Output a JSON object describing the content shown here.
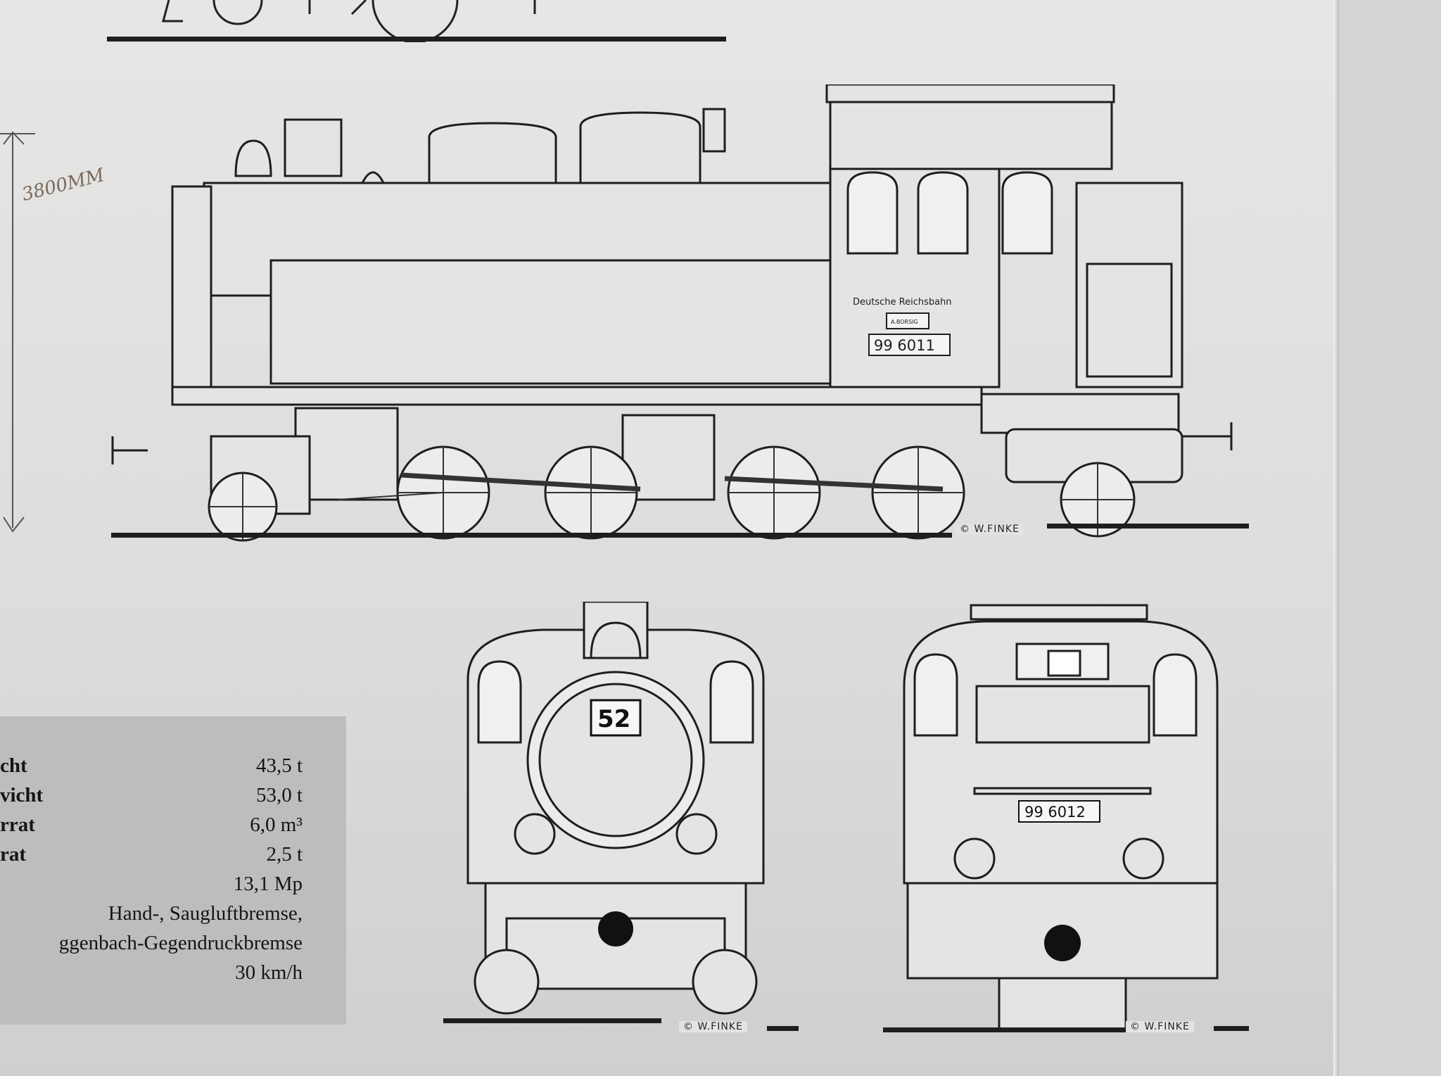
{
  "side_view": {
    "company": "Deutsche Reichsbahn",
    "builder_plate": "A.BORSIG",
    "number": "99 6011",
    "credit": "© W.FINKE",
    "handwritten_height": "3800MM"
  },
  "front_view": {
    "smokebox_number": "52",
    "credit": "© W.FINKE"
  },
  "rear_view": {
    "number": "99 6012",
    "credit": "© W.FINKE"
  },
  "specs": [
    {
      "label": "cht",
      "value": "43,5 t"
    },
    {
      "label": "vicht",
      "value": "53,0 t"
    },
    {
      "label": "rrat",
      "value": "6,0 m³"
    },
    {
      "label": "rat",
      "value": "2,5 t"
    },
    {
      "label": "",
      "value": "13,1 Mp"
    },
    {
      "label": "",
      "value": "Hand-, Saugluftbremse,"
    },
    {
      "label": "",
      "value": "ggenbach-Gegendruckbremse"
    },
    {
      "label": "",
      "value": "30 km/h"
    }
  ]
}
